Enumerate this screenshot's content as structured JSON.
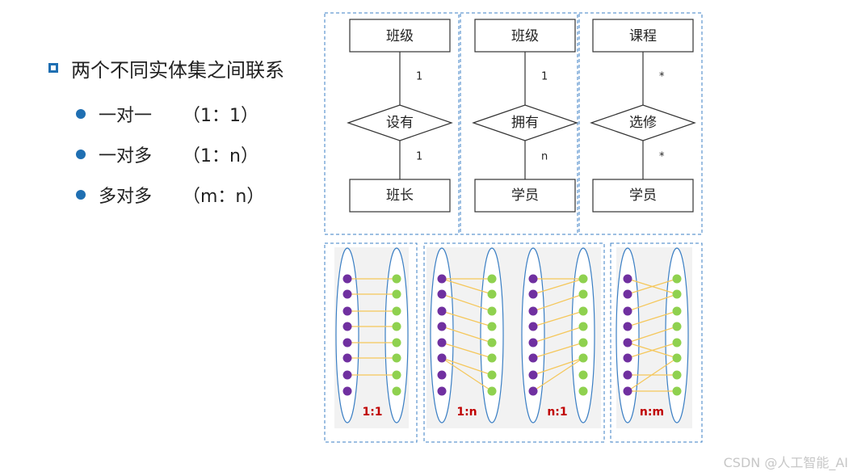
{
  "heading": "两个不同实体集之间联系",
  "items": [
    {
      "term": "一对一",
      "ratio": "（1：1）"
    },
    {
      "term": "一对多",
      "ratio": "（1：n）"
    },
    {
      "term": "多对多",
      "ratio": "（m：n）"
    }
  ],
  "er": [
    {
      "top": "班级",
      "rel": "设有",
      "bottom": "班长",
      "top_card": "1",
      "bottom_card": "1"
    },
    {
      "top": "班级",
      "rel": "拥有",
      "bottom": "学员",
      "top_card": "1",
      "bottom_card": "n"
    },
    {
      "top": "课程",
      "rel": "选修",
      "bottom": "学员",
      "top_card": "*",
      "bottom_card": "*"
    }
  ],
  "mapping_labels": [
    "1:1",
    "1:n",
    "n:1",
    "n:m"
  ],
  "watermark": "CSDN @人工智能_AI",
  "colors": {
    "accent": "#1f6fb2",
    "dashed_border": "#3b7fc4",
    "left_dot": "#7030a0",
    "right_dot": "#8fd14f",
    "link_line": "#f5c75a",
    "mapping_label": "#c00000",
    "panel_bg": "#f2f2f2"
  }
}
